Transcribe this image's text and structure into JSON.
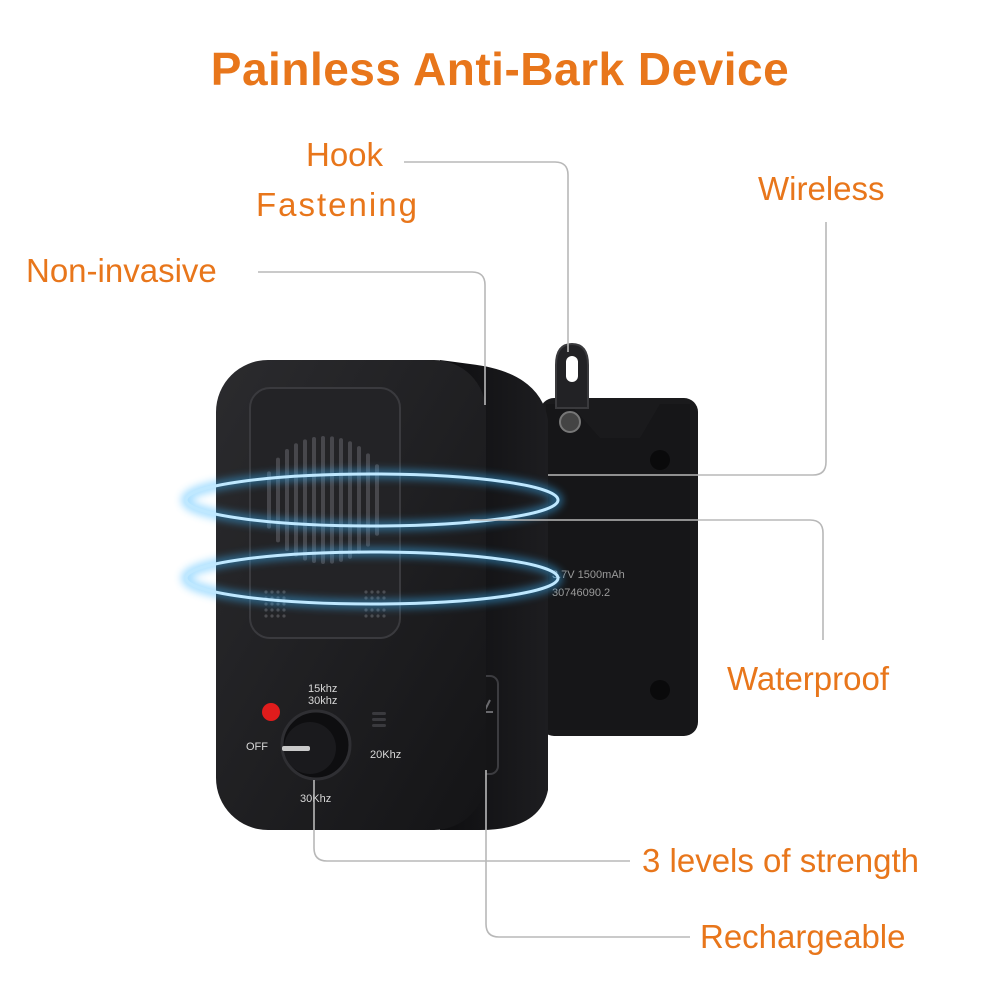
{
  "title": "Painless Anti-Bark Device",
  "colors": {
    "accent": "#e8761b",
    "device_body": "#1c1c1e",
    "glow_ring": "#3bb6ff",
    "leader_line": "#b8b8b8"
  },
  "callouts": {
    "hook": "Hook",
    "fastening": "Fastening",
    "non_invasive": "Non-invasive",
    "wireless": "Wireless",
    "waterproof": "Waterproof",
    "strength": "3 levels of strength",
    "rechargeable": "Rechargeable"
  },
  "device": {
    "dial_top_1": "15khz",
    "dial_top_2": "30khz",
    "dial_left": "OFF",
    "dial_right": "20Khz",
    "dial_bottom": "30Khz",
    "back_line_1": "3.7V 1500mAh",
    "back_line_2": "30746090.2"
  }
}
